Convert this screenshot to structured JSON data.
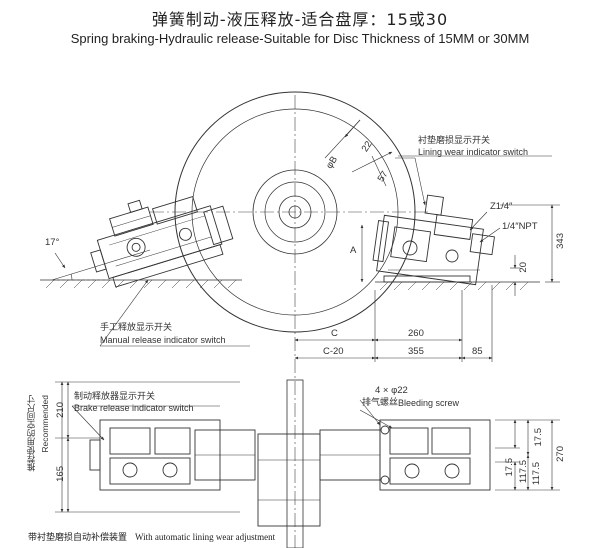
{
  "title": {
    "cn": "弹簧制动-液压释放-适合盘厚：15或30",
    "en": "Spring braking-Hydraulic release-Suitable for Disc Thickness of 15MM or 30MM"
  },
  "callouts": {
    "lining_wear_cn": "衬垫磨损显示开关",
    "lining_wear_en": "Lining wear indicator switch",
    "manual_release_cn": "手工释放显示开关",
    "manual_release_en": "Manual release indicator switch",
    "brake_release_cn": "制动释放器显示开关",
    "brake_release_en": "Brake release indicator switch",
    "bleeding_cn": "排气螺丝",
    "bleeding_en": "Bleeding screw",
    "recommended_cn": "推荐使用的空间尺寸",
    "recommended_en": "Recommended"
  },
  "dimensions": {
    "angle": "17°",
    "phi_b": "φB",
    "d22": "22",
    "d57": "57",
    "a": "A",
    "z14": "Z1/4″",
    "npt": "1/4″NPT",
    "d343": "343",
    "d20": "20",
    "c": "C",
    "d260": "260",
    "c20": "C-20",
    "d355": "355",
    "d85": "85",
    "holes": "4 × φ22",
    "d210": "210",
    "d165": "165",
    "d17_5a": "17.5",
    "d17_5b": "17.5",
    "d117_5a": "117.5",
    "d117_5b": "117.5",
    "d270": "270"
  },
  "footer": {
    "cn": "带衬垫磨损自动补偿装置",
    "en": "With automatic lining wear adjustment"
  },
  "colors": {
    "line": "#333333",
    "hatch": "#555555",
    "paper": "#ffffff"
  }
}
